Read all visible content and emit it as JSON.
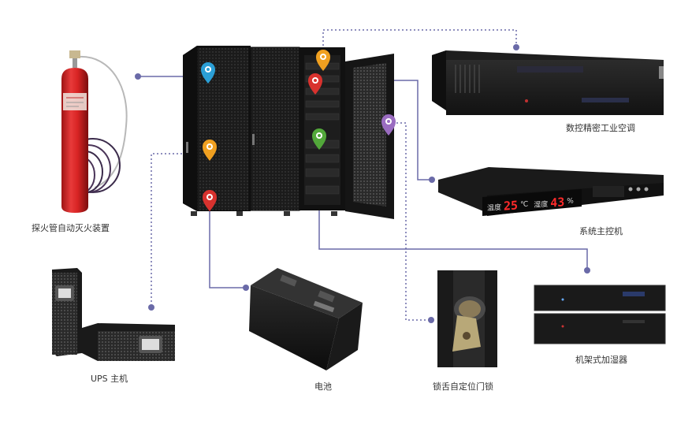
{
  "labels": {
    "fire": "探火管自动灭火装置",
    "ups": "UPS 主机",
    "battery": "电池",
    "ac": "数控精密工业空调",
    "controller": "系统主控机",
    "lock": "锁舌自定位门锁",
    "humidifier": "机架式加湿器"
  },
  "controller_display": {
    "temp_label": "温度",
    "temp_value": "25",
    "temp_unit": "℃",
    "hum_label": "湿度",
    "hum_value": "43",
    "hum_unit": "%"
  },
  "colors": {
    "line": "#6a6aa8",
    "pin_blue": "#2b9fd6",
    "pin_orange": "#f0a020",
    "pin_red": "#d8322e",
    "pin_green": "#52a83a",
    "pin_purple": "#9a6cc0",
    "display_red": "#ff2a2a"
  }
}
